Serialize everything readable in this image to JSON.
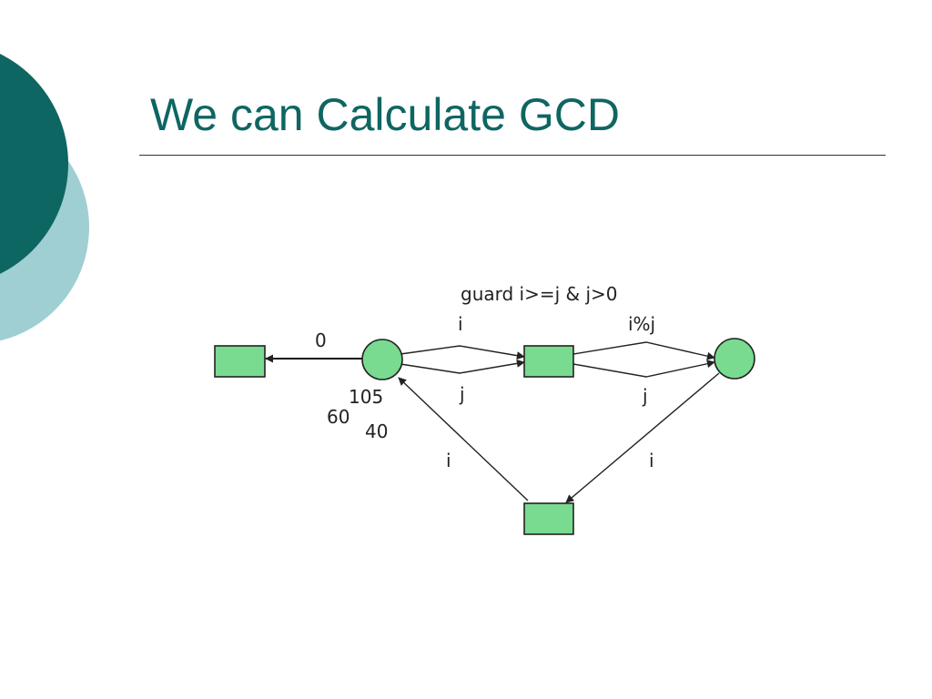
{
  "slide": {
    "title": "We can Calculate GCD"
  },
  "colors": {
    "title": "#0e6662",
    "circle_dark": "#0e6662",
    "circle_light": "#9fcfd2",
    "node_fill": "#78db90",
    "node_stroke": "#222222"
  },
  "diagram": {
    "guard_label": "guard i>=j & j>0",
    "labels": {
      "end_arc": "0",
      "in_i": "i",
      "in_j": "j",
      "out_mod": "i%j",
      "out_j": "j",
      "return_in": "i",
      "return_out": "i"
    },
    "tokens": [
      "105",
      "60",
      "40"
    ]
  }
}
